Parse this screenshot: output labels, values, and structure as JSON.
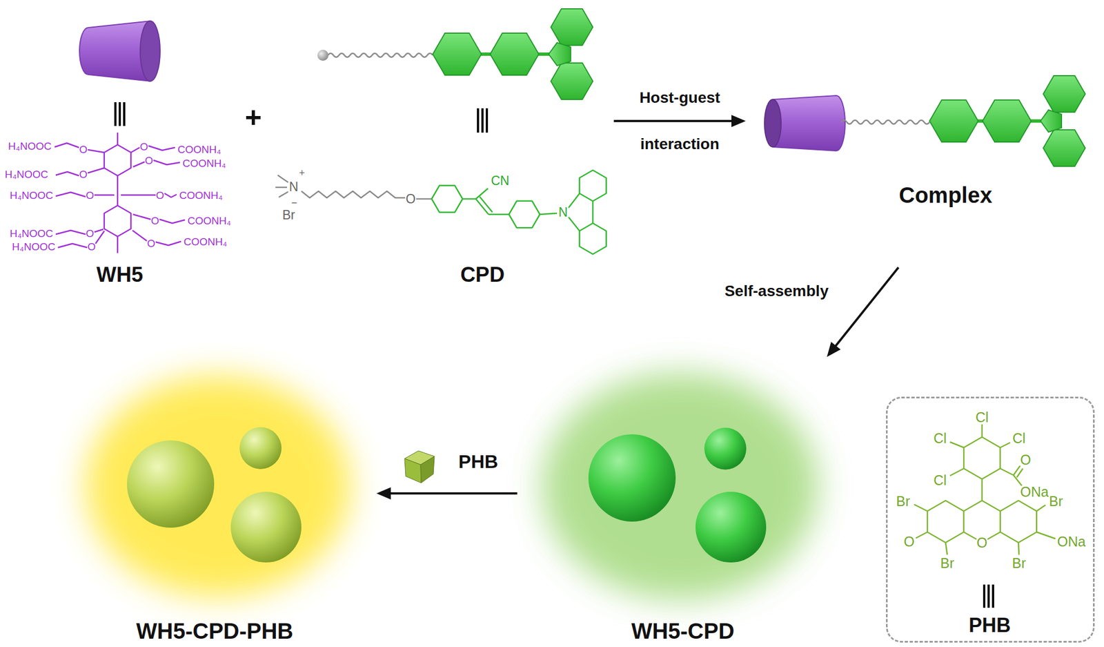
{
  "diagram": {
    "nodes": [
      {
        "text": [
          "WH5"
        ]
      },
      {
        "text": [
          "CPD"
        ]
      },
      {
        "text": [
          "Complex"
        ]
      },
      {
        "text": [
          "WH5-CPD-PHB"
        ]
      },
      {
        "text": [
          "WH5-CPD"
        ]
      },
      {
        "text": [
          "PHB"
        ]
      }
    ],
    "edges": [
      {
        "from": 1,
        "to": 2,
        "arrow": "to",
        "label": "Host-guest interaction"
      },
      {
        "from": 2,
        "to": 4,
        "arrow": "to",
        "label": "Self-assembly"
      },
      {
        "from": 4,
        "to": 3,
        "arrow": "to",
        "label": "PHB"
      }
    ],
    "labels": [
      "+",
      "H₄NOOC",
      "O",
      "O",
      "COONH₄",
      "O",
      "COONH₄",
      "H₄NOOC",
      "O",
      "H₄NOOC",
      "O",
      "O",
      "COONH₄",
      "O",
      "COONH₄",
      "H₄NOOC",
      "O",
      "H₄NOOC",
      "O",
      "O",
      "COONH₄",
      "+",
      "N",
      "−",
      "Br",
      "O",
      "CN",
      "N",
      "Cl",
      "Cl",
      "Cl",
      "O",
      "Cl",
      "ONa",
      "Br",
      "Br",
      "O",
      "O",
      "ONa",
      "Br",
      "Br"
    ]
  }
}
